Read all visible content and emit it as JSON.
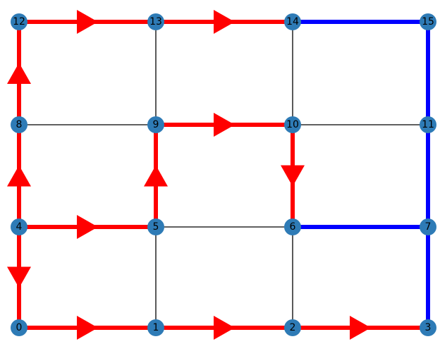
{
  "graph": {
    "colors": {
      "node_fill": "#2e7bb6",
      "plain_edge": "#000000",
      "red_path": "#ff0000",
      "blue_path": "#0000ff"
    },
    "nodes": [
      {
        "id": "0",
        "label": "0"
      },
      {
        "id": "1",
        "label": "1"
      },
      {
        "id": "2",
        "label": "2"
      },
      {
        "id": "3",
        "label": "3"
      },
      {
        "id": "4",
        "label": "4"
      },
      {
        "id": "5",
        "label": "5"
      },
      {
        "id": "6",
        "label": "6"
      },
      {
        "id": "7",
        "label": "7"
      },
      {
        "id": "8",
        "label": "8"
      },
      {
        "id": "9",
        "label": "9"
      },
      {
        "id": "10",
        "label": "10"
      },
      {
        "id": "11",
        "label": "11"
      },
      {
        "id": "12",
        "label": "12"
      },
      {
        "id": "13",
        "label": "13"
      },
      {
        "id": "14",
        "label": "14"
      },
      {
        "id": "15",
        "label": "15"
      }
    ],
    "plain_edges": [
      [
        "4",
        "8"
      ],
      [
        "8",
        "12"
      ],
      [
        "12",
        "13"
      ],
      [
        "13",
        "14"
      ],
      [
        "14",
        "15"
      ],
      [
        "8",
        "9"
      ],
      [
        "9",
        "10"
      ],
      [
        "10",
        "11"
      ],
      [
        "4",
        "5"
      ],
      [
        "5",
        "6"
      ],
      [
        "6",
        "7"
      ],
      [
        "0",
        "1"
      ],
      [
        "1",
        "2"
      ],
      [
        "2",
        "3"
      ],
      [
        "0",
        "4"
      ],
      [
        "1",
        "5"
      ],
      [
        "2",
        "6"
      ],
      [
        "3",
        "7"
      ],
      [
        "5",
        "9"
      ],
      [
        "6",
        "10"
      ],
      [
        "7",
        "11"
      ],
      [
        "9",
        "13"
      ],
      [
        "10",
        "14"
      ],
      [
        "11",
        "15"
      ]
    ],
    "red_edges": [
      {
        "from": "0",
        "to": "1"
      },
      {
        "from": "1",
        "to": "2"
      },
      {
        "from": "2",
        "to": "3"
      },
      {
        "from": "4",
        "to": "0"
      },
      {
        "from": "4",
        "to": "5"
      },
      {
        "from": "4",
        "to": "8"
      },
      {
        "from": "5",
        "to": "9"
      },
      {
        "from": "8",
        "to": "12"
      },
      {
        "from": "9",
        "to": "10"
      },
      {
        "from": "10",
        "to": "6"
      },
      {
        "from": "12",
        "to": "13"
      },
      {
        "from": "13",
        "to": "14"
      }
    ],
    "blue_edges": [
      [
        "6",
        "7"
      ],
      [
        "3",
        "7"
      ],
      [
        "7",
        "11"
      ],
      [
        "11",
        "15"
      ],
      [
        "14",
        "15"
      ]
    ]
  }
}
